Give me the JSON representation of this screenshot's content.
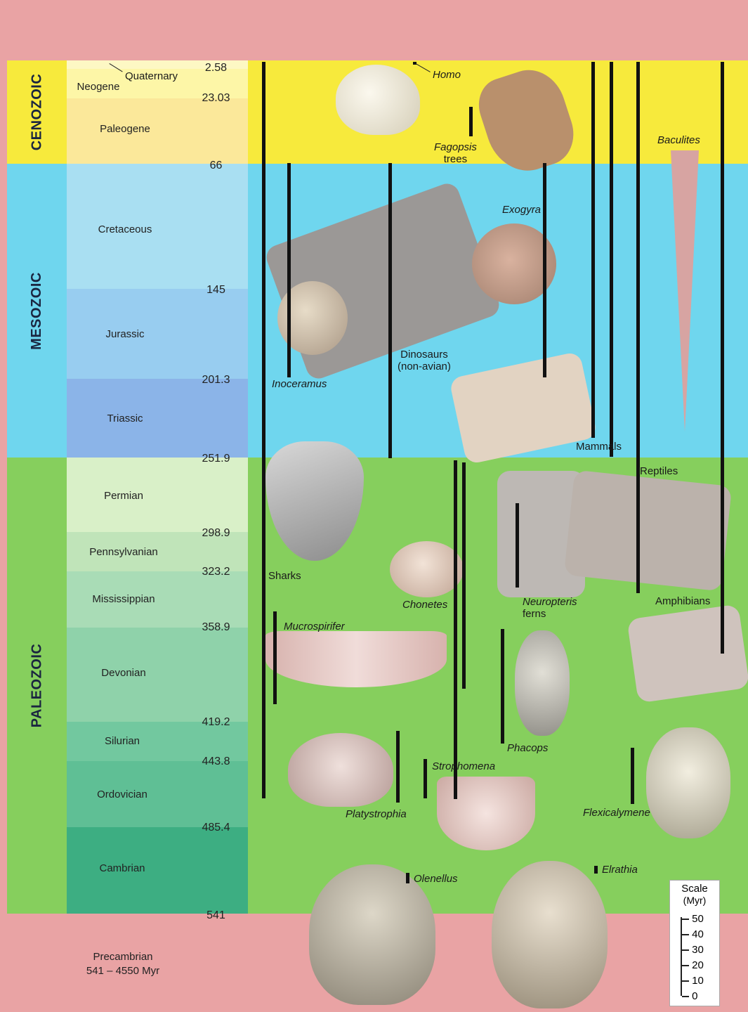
{
  "eras": [
    {
      "name": "CENOZOIC",
      "color": "#f7ea3c"
    },
    {
      "name": "MESOZOIC",
      "color": "#6fd6ee"
    },
    {
      "name": "PALEOZOIC",
      "color": "#86cf5d"
    }
  ],
  "periods": [
    {
      "name": "Neogene",
      "color": "#fdf6a7"
    },
    {
      "name": "Quaternary",
      "color": "#fdf8c4"
    },
    {
      "name": "Paleogene",
      "color": "#fbe89a"
    },
    {
      "name": "Cretaceous",
      "color": "#a9dff2"
    },
    {
      "name": "Jurassic",
      "color": "#98cdf0"
    },
    {
      "name": "Triassic",
      "color": "#8bb4e8"
    },
    {
      "name": "Permian",
      "color": "#d9f0c8"
    },
    {
      "name": "Pennsylvanian",
      "color": "#c0e4b9"
    },
    {
      "name": "Mississippian",
      "color": "#a9dcb6"
    },
    {
      "name": "Devonian",
      "color": "#8fd2aa"
    },
    {
      "name": "Silurian",
      "color": "#72c89f"
    },
    {
      "name": "Ordovician",
      "color": "#5fbf95"
    },
    {
      "name": "Cambrian",
      "color": "#3dae82"
    }
  ],
  "ages": [
    "2.58",
    "23.03",
    "66",
    "145",
    "201.3",
    "251.9",
    "298.9",
    "323.2",
    "358.9",
    "419.2",
    "443.8",
    "485.4",
    "541"
  ],
  "precambrian": {
    "name": "Precambrian",
    "range": "541 – 4550 Myr",
    "color": "#e9a3a4"
  },
  "taxa": {
    "homo": "Homo",
    "fagopsis": "Fagopsis",
    "trees": "trees",
    "baculites": "Baculites",
    "exogyra": "Exogyra",
    "inoceramus": "Inoceramus",
    "dinosaurs": "Dinosaurs",
    "dinosaurs_sub": "(non-avian)",
    "mammals": "Mammals",
    "reptiles": "Reptiles",
    "sharks": "Sharks",
    "chonetes": "Chonetes",
    "neuropteris": "Neuropteris",
    "ferns": "ferns",
    "amphibians": "Amphibians",
    "mucrospirifer": "Mucrospirifer",
    "phacops": "Phacops",
    "strophomena": "Strophomena",
    "platystrophia": "Platystrophia",
    "flexicalymene": "Flexicalymene",
    "elrathia": "Elrathia",
    "olenellus": "Olenellus"
  },
  "scale": {
    "title": "Scale",
    "unit": "(Myr)",
    "ticks": [
      "50",
      "40",
      "30",
      "20",
      "10",
      "0"
    ]
  }
}
